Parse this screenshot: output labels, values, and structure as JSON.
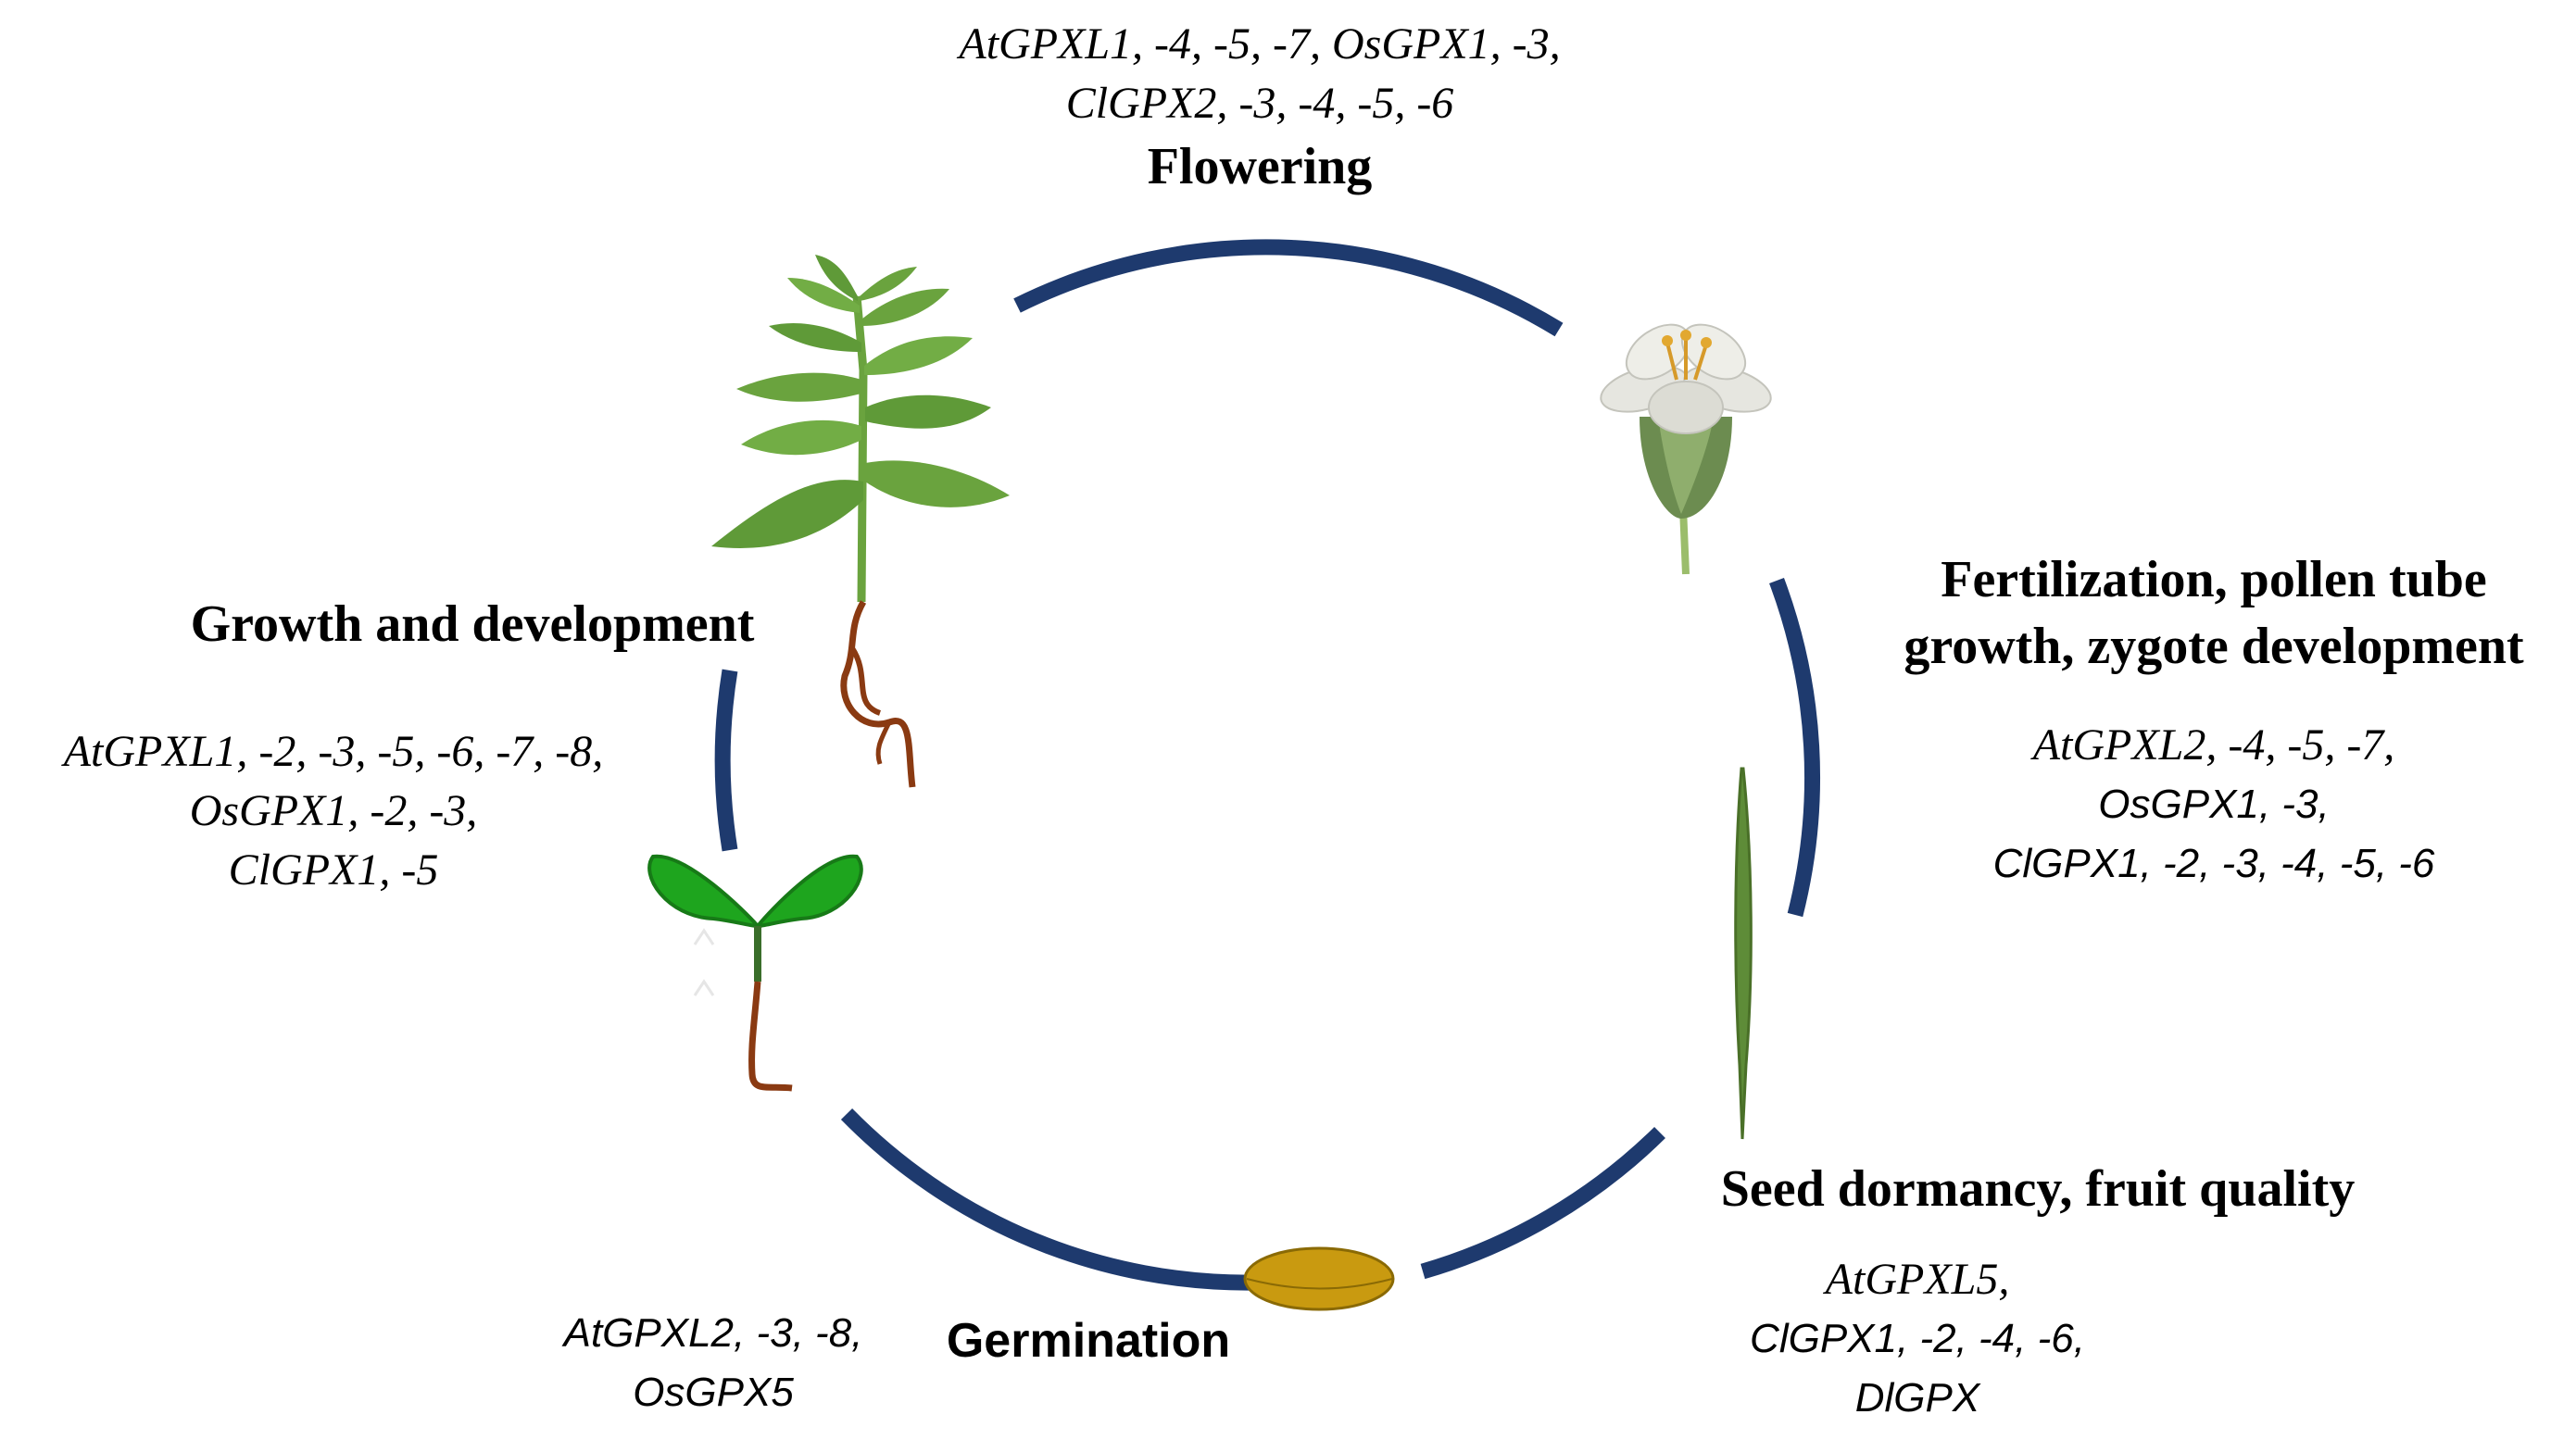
{
  "stages": {
    "flowering": {
      "title": "Flowering",
      "genes": [
        "AtGPXL1, -4, -5, -7, OsGPX1, -3,",
        "ClGPX2, -3, -4, -5, -6"
      ]
    },
    "fertilization": {
      "title": [
        "Fertilization, pollen tube",
        "growth, zygote development"
      ],
      "genes": [
        "AtGPXL2, -4, -5, -7,",
        "OsGPX1, -3,",
        "ClGPX1, -2, -3, -4, -5, -6"
      ]
    },
    "seed_dormancy": {
      "title": "Seed dormancy, fruit quality",
      "genes": [
        "AtGPXL5,",
        "ClGPX1, -2, -4, -6,",
        "DlGPX"
      ]
    },
    "germination": {
      "title": "Germination",
      "genes": [
        "AtGPXL2, -3, -8,",
        "OsGPX5"
      ]
    },
    "growth": {
      "title": "Growth and development",
      "genes": [
        "AtGPXL1, -2, -3, -5, -6, -7, -8,",
        "OsGPX1, -2, -3,",
        "ClGPX1, -5"
      ]
    }
  },
  "icons": [
    "plant-icon",
    "flower-icon",
    "silique-icon",
    "seed-icon",
    "seedling-icon"
  ],
  "colors": {
    "cycle": "#1e3a6e",
    "leaf": "#6aa33e",
    "root": "#8a3a12",
    "seed": "#c99a10",
    "cotyledon": "#1ea51e",
    "silique": "#5e8c38"
  }
}
